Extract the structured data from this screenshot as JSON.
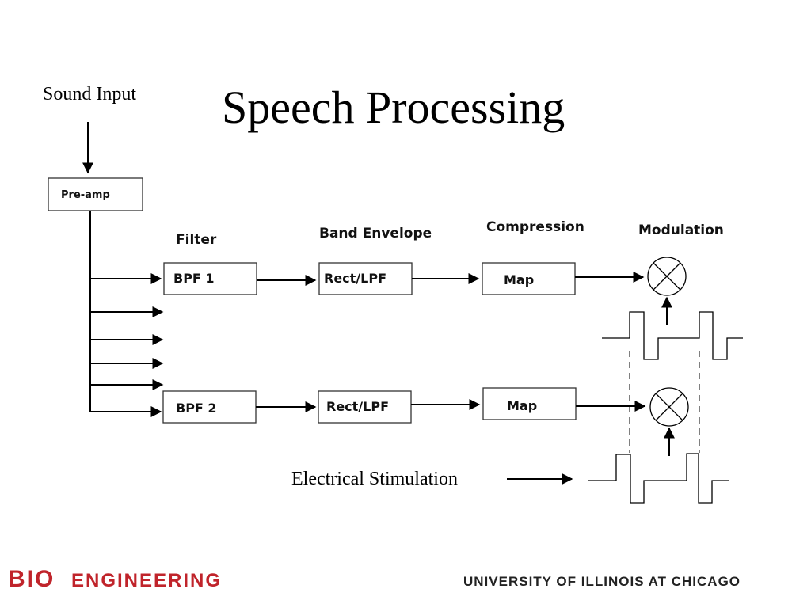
{
  "title": "Speech Processing",
  "sound_input_label": "Sound Input",
  "preamp_label": "Pre-amp",
  "column_headers": {
    "filter": "Filter",
    "band_envelope": "Band Envelope",
    "compression": "Compression",
    "modulation": "Modulation"
  },
  "channels": [
    {
      "filter": "BPF 1",
      "envelope": "Rect/LPF",
      "map": "Map"
    },
    {
      "filter": "BPF 2",
      "envelope": "Rect/LPF",
      "map": "Map"
    }
  ],
  "electrical_stimulation_label": "Electrical Stimulation",
  "footer": {
    "left_bio": "BIO",
    "left_engineering": "ENGINEERING",
    "right": "UNIVERSITY OF ILLINOIS AT CHICAGO"
  },
  "colors": {
    "brand_red": "#c0242b",
    "text": "#000000"
  }
}
